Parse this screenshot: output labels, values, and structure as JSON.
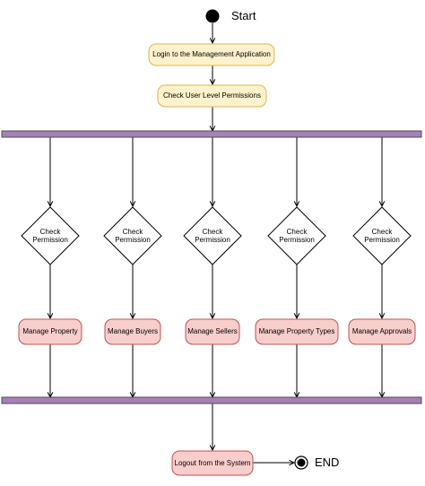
{
  "diagram": {
    "start_label": "Start",
    "end_label": "END",
    "login": "Login to the Management Application",
    "check_user": "Check User Level Permissions",
    "branches": [
      {
        "decision": "Check\nPermission",
        "action": "Manage Property"
      },
      {
        "decision": "Check\nPermission",
        "action": "Manage Buyers"
      },
      {
        "decision": "Check\nPermission",
        "action": "Manage Sellers"
      },
      {
        "decision": "Check\nPermission",
        "action": "Manage Property Types"
      },
      {
        "decision": "Check\nPermission",
        "action": "Manage Approvals"
      }
    ],
    "logout": "Logout from the System"
  },
  "colors": {
    "start_node_fill": "#000000",
    "yellow_fill": "#fff2cc",
    "yellow_stroke": "#d6b656",
    "pink_fill": "#f8cecc",
    "pink_stroke": "#b85450",
    "fork_bar_fill": "#a680b8",
    "fork_bar_stroke": "#4d4d4d",
    "line": "#000000"
  }
}
